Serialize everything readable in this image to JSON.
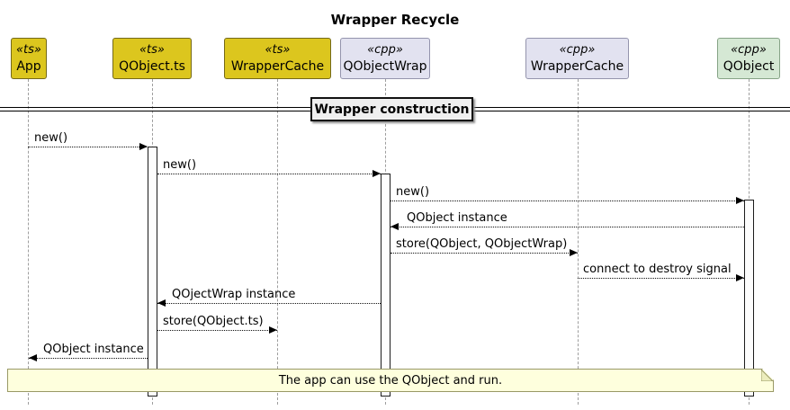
{
  "title": "Wrapper Recycle",
  "participants": [
    {
      "stereotype": "«ts»",
      "name": "App"
    },
    {
      "stereotype": "«ts»",
      "name": "QObject.ts"
    },
    {
      "stereotype": "«ts»",
      "name": "WrapperCache"
    },
    {
      "stereotype": "«cpp»",
      "name": "QObjectWrap"
    },
    {
      "stereotype": "«cpp»",
      "name": "WrapperCache"
    },
    {
      "stereotype": "«cpp»",
      "name": "QObject"
    }
  ],
  "divider": {
    "label": "Wrapper construction"
  },
  "messages": [
    {
      "label": "new()",
      "from": "App",
      "to": "QObject.ts",
      "arrow": "dotted-right"
    },
    {
      "label": "new()",
      "from": "QObject.ts",
      "to": "QObjectWrap",
      "arrow": "dotted-right"
    },
    {
      "label": "new()",
      "from": "QObjectWrap",
      "to": "QObject",
      "arrow": "dotted-right"
    },
    {
      "label": "QObject instance",
      "from": "QObject",
      "to": "QObjectWrap",
      "arrow": "dotted-left"
    },
    {
      "label": "store(QObject, QObjectWrap)",
      "from": "QObjectWrap",
      "to": "WrapperCache (cpp)",
      "arrow": "dotted-right"
    },
    {
      "label": "connect to destroy signal",
      "from": "WrapperCache (cpp)",
      "to": "QObject",
      "arrow": "dotted-right"
    },
    {
      "label": "QOjectWrap instance",
      "from": "QObjectWrap",
      "to": "QObject.ts",
      "arrow": "dotted-left"
    },
    {
      "label": "store(QObject.ts)",
      "from": "QObject.ts",
      "to": "WrapperCache (ts)",
      "arrow": "dotted-right"
    },
    {
      "label": "QObject instance",
      "from": "QObject.ts",
      "to": "App",
      "arrow": "dotted-left"
    }
  ],
  "note": {
    "text": "The app can use the QObject and run."
  },
  "colors": {
    "ts_fill": "#dcc61e",
    "cpp_fill": "#e2e2f0",
    "qobject_fill": "#d5e8d4",
    "note_fill": "#feffdd",
    "divider_fill": "#efefef",
    "lifeline": "#9e9e9e",
    "arrow": "#111111"
  }
}
